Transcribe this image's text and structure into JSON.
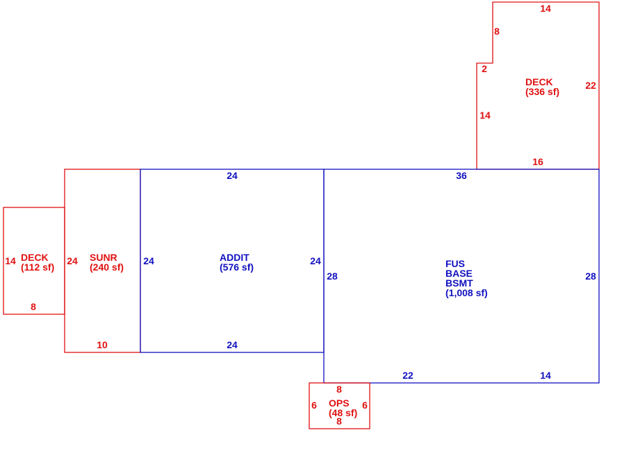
{
  "colors": {
    "living": "#1010c0",
    "exterior": "#e01010"
  },
  "areas": {
    "deck_top": {
      "name": "DECK",
      "size": "(336 sf)",
      "dims": {
        "top": "14",
        "step_v": "8",
        "step_h": "2",
        "left": "14",
        "right": "22",
        "bottom": "16"
      }
    },
    "deck_left": {
      "name": "DECK",
      "size": "(112 sf)",
      "dims": {
        "left": "14",
        "bottom": "8"
      }
    },
    "sunroom": {
      "name": "SUNR",
      "size": "(240 sf)",
      "dims": {
        "left": "24",
        "bottom": "10"
      }
    },
    "addition": {
      "name": "ADDIT",
      "size": "(576 sf)",
      "dims": {
        "top": "24",
        "left": "24",
        "right": "24",
        "bottom": "24"
      }
    },
    "main": {
      "lines": [
        "FUS",
        "BASE",
        "BSMT"
      ],
      "size": "(1,008 sf)",
      "dims": {
        "top": "36",
        "left": "28",
        "right": "28",
        "bottom_left": "22",
        "bottom_right": "14"
      }
    },
    "ops": {
      "name": "OPS",
      "size": "(48 sf)",
      "dims": {
        "top": "8",
        "left": "6",
        "right": "6",
        "bottom": "8"
      }
    }
  }
}
